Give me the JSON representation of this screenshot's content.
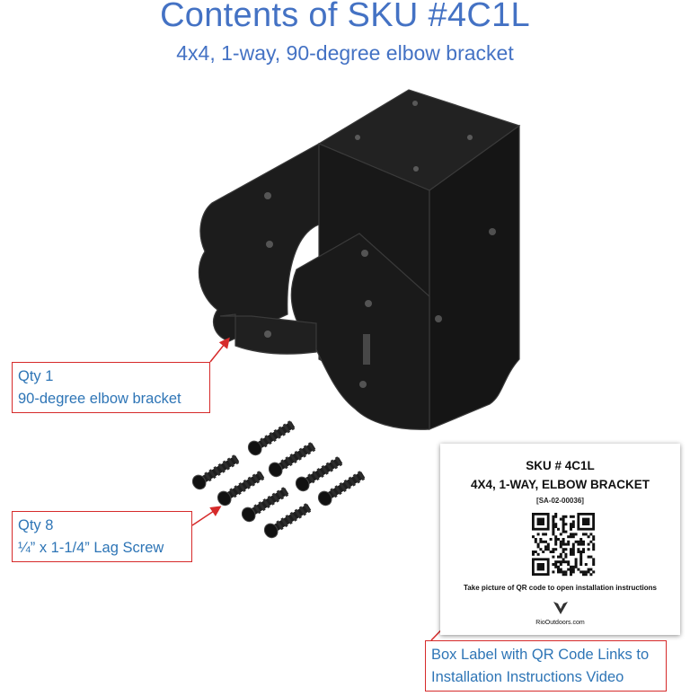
{
  "header": {
    "title": "Contents of SKU #4C1L",
    "subtitle": "4x4, 1-way, 90-degree elbow bracket"
  },
  "callouts": {
    "bracket": {
      "line1": "Qty 1",
      "line2": "90-degree elbow bracket"
    },
    "screws": {
      "line1": "Qty 8",
      "line2": "¼” x 1-1/4” Lag Screw"
    },
    "label": {
      "line1": "Box Label with QR Code Links to",
      "line2": "Installation Instructions Video"
    }
  },
  "box_label": {
    "sku": "SKU # 4C1L",
    "description": "4X4, 1-WAY, ELBOW BRACKET",
    "part_code": "[SA-02-00036]",
    "instruction": "Take picture of QR code to open installation instructions",
    "website": "RioOutdoors.com"
  },
  "colors": {
    "title": "#4472c4",
    "callout_text": "#2e75b6",
    "callout_border": "#d62a2a",
    "bracket_fill": "#1c1c1c",
    "bracket_edge": "#3a3a3a"
  },
  "icons": {
    "bracket": "elbow-bracket-illustration",
    "screws": "lag-screw-illustration",
    "qr": "qr-code",
    "logo": "rio-outdoors-logo-icon"
  }
}
